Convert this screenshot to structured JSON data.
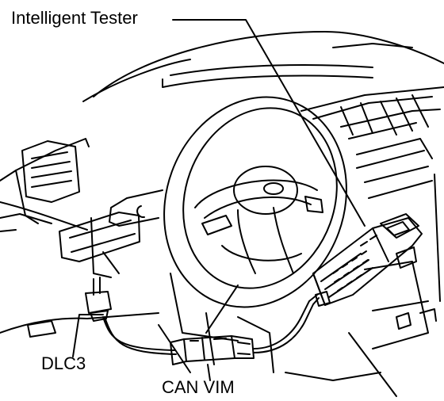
{
  "labels": {
    "intelligent_tester": "Intelligent Tester",
    "dlc3": "DLC3",
    "can_vim": "CAN VIM"
  },
  "colors": {
    "ink": "#000000",
    "paper": "#ffffff"
  }
}
